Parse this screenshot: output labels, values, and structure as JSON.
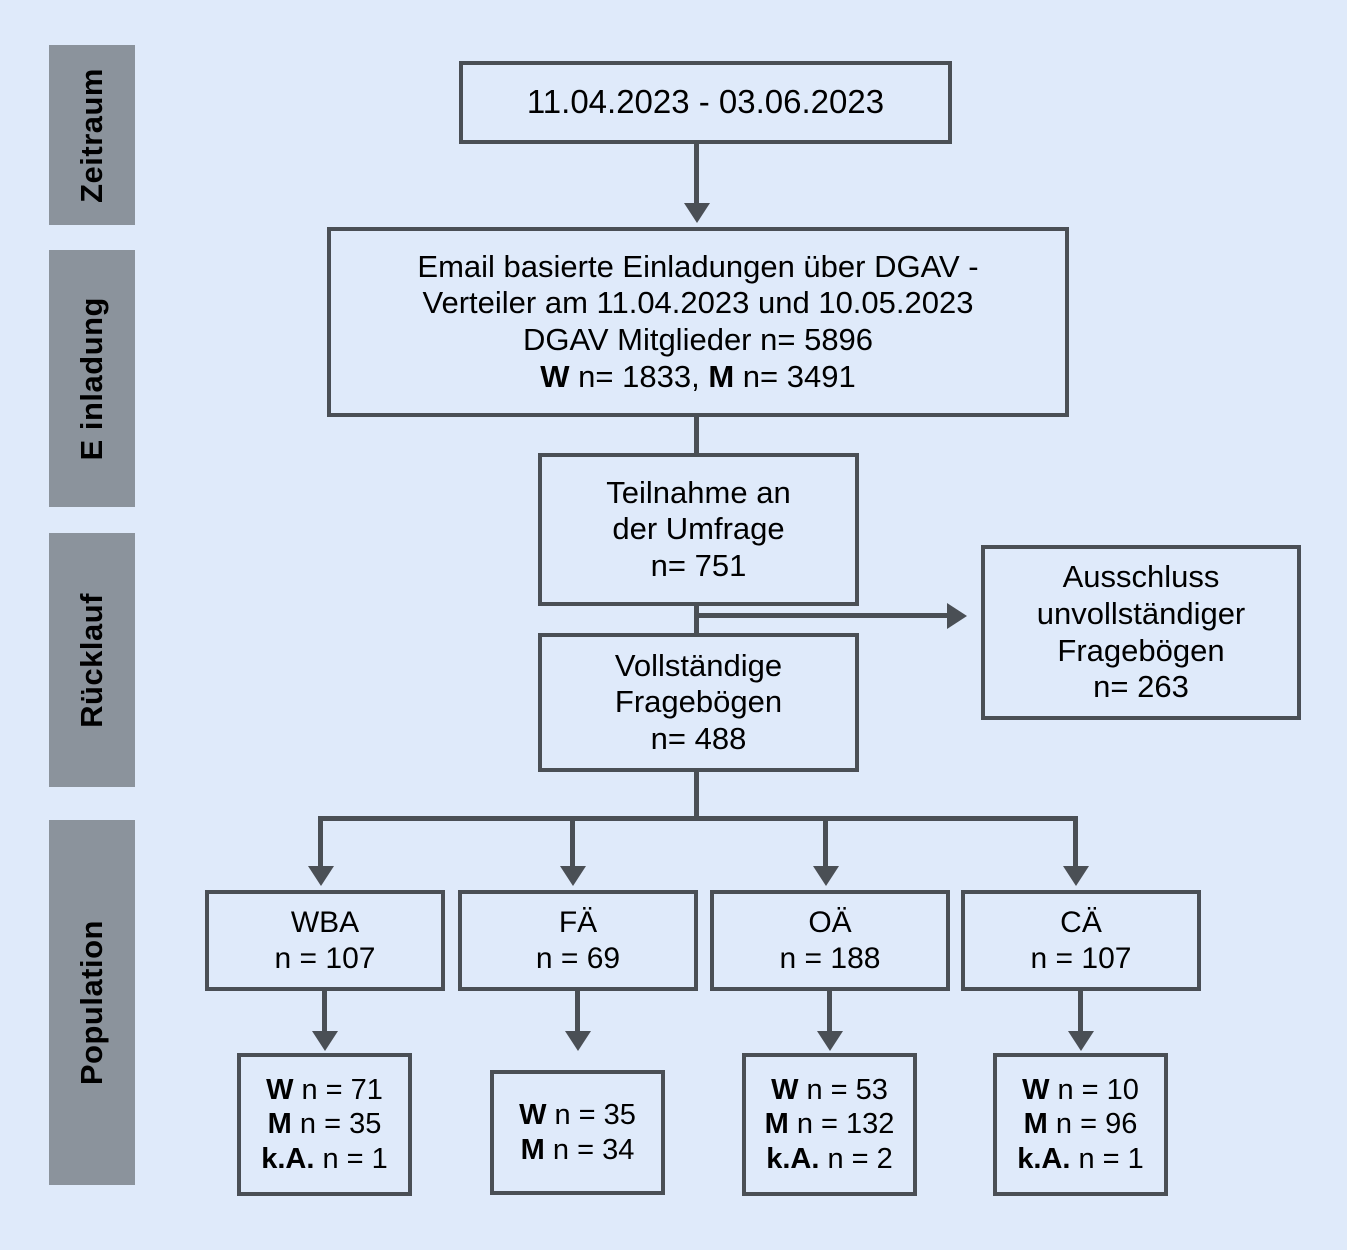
{
  "background_color": "#dfeafa",
  "box_border_color": "#4a4f55",
  "phase_band_color": "#8b939c",
  "phases": [
    {
      "label": "Zeitraum"
    },
    {
      "label": "E inladung"
    },
    {
      "label": "Rücklauf"
    },
    {
      "label": "Population"
    }
  ],
  "nodes": {
    "period": {
      "lines": [
        "11.04.2023 - 03.06.2023"
      ]
    },
    "invitation": {
      "line1": "Email basierte Einladungen über DGAV -",
      "line2": "Verteiler am 11.04.2023 und 10.05.2023",
      "line3": "DGAV Mitglieder  n= 5896",
      "line4_w_label": "W",
      "line4_w_value": " n= 1833, ",
      "line4_m_label": "M",
      "line4_m_value": " n= 3491"
    },
    "participation": {
      "line1": "Teilnahme an",
      "line2": "der Umfrage",
      "line3": "n= 751"
    },
    "excluded": {
      "line1": "Ausschluss",
      "line2": "unvollständiger",
      "line3": "Fragebögen",
      "line4": "n= 263"
    },
    "complete": {
      "line1": "Vollständige",
      "line2": "Fragebögen",
      "line3": "n= 488"
    }
  },
  "groups": [
    {
      "key": "wba",
      "title": "WBA",
      "count": "n = 107",
      "detail": [
        {
          "label": "W",
          "value": " n = 71"
        },
        {
          "label": "M",
          "value": " n = 35"
        },
        {
          "label": "k.A.",
          "value": " n = 1"
        }
      ]
    },
    {
      "key": "fa",
      "title": "FÄ",
      "count": "n = 69",
      "detail": [
        {
          "label": "W",
          "value": " n = 35"
        },
        {
          "label": "M",
          "value": " n = 34"
        }
      ]
    },
    {
      "key": "oa",
      "title": "OÄ",
      "count": "n = 188",
      "detail": [
        {
          "label": "W",
          "value": " n = 53"
        },
        {
          "label": "M",
          "value": " n = 132"
        },
        {
          "label": "k.A.",
          "value": " n = 2"
        }
      ]
    },
    {
      "key": "ca",
      "title": "CÄ",
      "count": "n = 107",
      "detail": [
        {
          "label": "W",
          "value": " n = 10"
        },
        {
          "label": "M",
          "value": " n = 96"
        },
        {
          "label": "k.A.",
          "value": " n = 1"
        }
      ]
    }
  ]
}
